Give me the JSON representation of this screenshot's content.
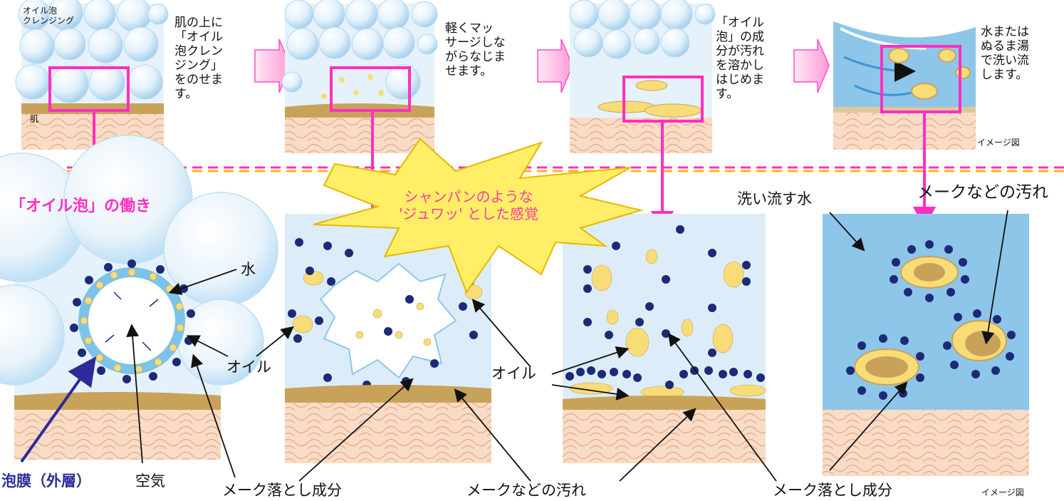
{
  "steps": [
    {
      "text": "肌の上に\n「オイル\n泡クレン\nジング」\nをのせま\nす。"
    },
    {
      "text": "軽くマッ\nサージしな\nがらなじま\nせます。"
    },
    {
      "text": "「オイル\n泡」の成\n分が汚れ\nを溶かし\nはじめま\nす。"
    },
    {
      "text": "水または\nぬるま湯\nで洗い流\nします。"
    }
  ],
  "top_labels": {
    "foam": "オイル泡\nクレンジング",
    "skin": "肌",
    "image_note": "イメージ図"
  },
  "section_title": "「オイル泡」の働き",
  "burst_text": "シャンパンのような\n'ジュワッ' とした感覚",
  "labels": {
    "water": "水",
    "oil_1": "オイル",
    "film": "泡膜（外層）",
    "air": "空気",
    "remover_1": "メーク落とし成分",
    "oil_2": "オイル",
    "dirt_1": "メークなどの汚れ",
    "remover_2": "メーク落とし成分",
    "rinse_water": "洗い流す水",
    "dirt_2": "メークなどの汚れ",
    "image_note_bottom": "イメージ図"
  },
  "colors": {
    "highlight": "#ff2fc0",
    "arrow_fill": "#ffc8e8",
    "film_label": "#2b2b9a",
    "bubble": "#cfe6f7",
    "skin": "#f7d4bc",
    "skin_line": "#e8a88a",
    "makeup": "#c9a25a",
    "oil": "#f8dc78",
    "molecule": "#1d2a78",
    "water": "#a8d4ef",
    "burst": "#ffee66"
  }
}
